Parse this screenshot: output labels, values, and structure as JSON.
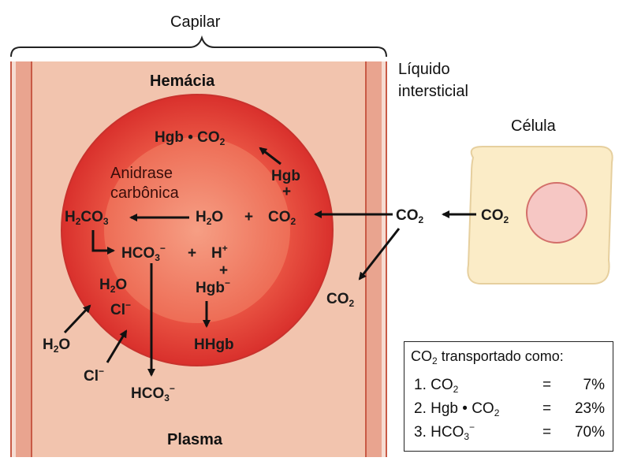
{
  "capillary_label": "Capilar",
  "interstitial_label": [
    "Líquido",
    "intersticial"
  ],
  "cell_label": "Célula",
  "rbc_label": "Hemácia",
  "plasma_label": "Plasma",
  "enzyme_label": [
    "Anidrase",
    "carbônica"
  ],
  "species": {
    "hgb_co2": {
      "a": "Hgb • CO",
      "sub": "2"
    },
    "hgb": "Hgb",
    "plus": "+",
    "co2": {
      "a": "CO",
      "sub": "2"
    },
    "h2co3": {
      "a": "H",
      "sub1": "2",
      "b": "CO",
      "sub2": "3"
    },
    "h2o": {
      "a": "H",
      "sub": "2",
      "b": "O"
    },
    "hco3": {
      "a": "HCO",
      "sub": "3",
      "sup": "−"
    },
    "h_plus": {
      "a": "H",
      "sup": "+"
    },
    "hgb_minus": {
      "a": "Hgb",
      "sup": "−"
    },
    "hhgb": "HHgb",
    "cl": {
      "a": "Cl",
      "sup": "−"
    }
  },
  "legend": {
    "title": {
      "a": "CO",
      "sub": "2",
      "b": " transportado como:"
    },
    "rows": [
      {
        "item": {
          "a": "1. CO",
          "sub": "2",
          "b": ""
        },
        "eq": "=",
        "pct": "7%"
      },
      {
        "item": {
          "a": "2. Hgb • CO",
          "sub": "2",
          "b": ""
        },
        "eq": "=",
        "pct": "23%"
      },
      {
        "item": {
          "a": "3. HCO",
          "sub": "3",
          "b": ""
        },
        "sup": "−",
        "eq": "=",
        "pct": "70%"
      }
    ]
  },
  "colors": {
    "plasma": "#f2c4ae",
    "vessel_wall": "#c85a46",
    "rbc_outer": "#e4413a",
    "rbc_inner": "#ef6b55",
    "cell_body": "#fbecc7",
    "nucleus": "#f6c7c4",
    "arrow": "#111111"
  },
  "icons": {
    "bracket": "curly-brace",
    "arrow": "solid-arrow"
  }
}
